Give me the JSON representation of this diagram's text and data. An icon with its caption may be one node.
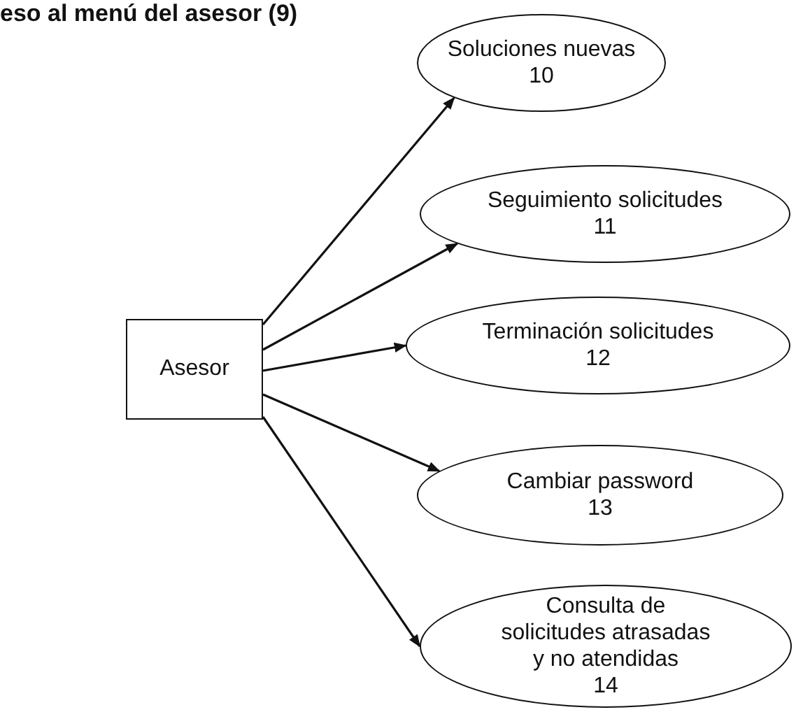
{
  "diagram": {
    "title": "eso al menú del asesor (9)",
    "nodes": [
      {
        "text": [
          "Asesor"
        ]
      },
      {
        "text": [
          "Soluciones nuevas",
          "10"
        ]
      },
      {
        "text": [
          "Seguimiento solicitudes",
          "11"
        ]
      },
      {
        "text": [
          "Terminación solicitudes",
          "12"
        ]
      },
      {
        "text": [
          "Cambiar password",
          "13"
        ]
      },
      {
        "text": [
          "Consulta de solicitudes atrasadas y no atendidas",
          "14"
        ]
      }
    ],
    "edges": [
      {
        "from": 0,
        "to": 1,
        "arrow": "to"
      },
      {
        "from": 0,
        "to": 2,
        "arrow": "to"
      },
      {
        "from": 0,
        "to": 3,
        "arrow": "to"
      },
      {
        "from": 0,
        "to": 4,
        "arrow": "to"
      },
      {
        "from": 0,
        "to": 5,
        "arrow": "to"
      }
    ]
  }
}
